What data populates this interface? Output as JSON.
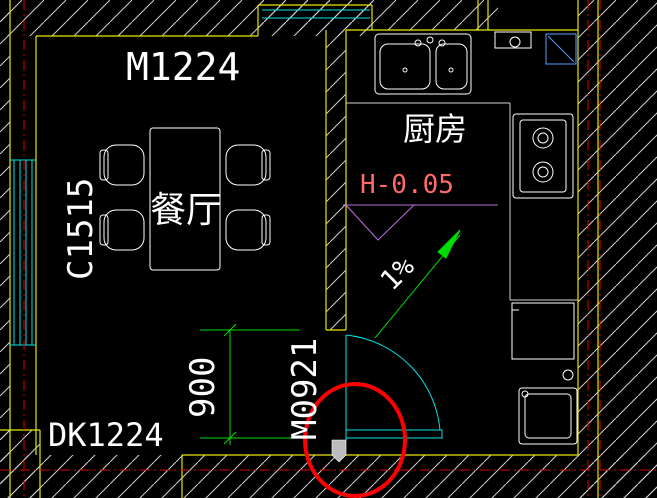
{
  "labels": {
    "top_door": "M1224",
    "dining_room": "餐厅",
    "kitchen": "厨房",
    "elevation": "H-0.05",
    "slope": "1%",
    "window": "C1515",
    "kitchen_door": "M0921",
    "dimension": "900",
    "bottom_door": "DK1224"
  },
  "colors": {
    "background": "#000000",
    "wall": "#e6e600",
    "hatch": "#d8d8d8",
    "axis": "#e00000",
    "door": "#00e5e5",
    "fixture": "#ffffff",
    "dimension": "#00dd00",
    "elevation": "#ff6a6a",
    "elevation_symbol": "#c070e0",
    "annotation_circle": "#ff0000"
  },
  "icons": {
    "sink": "double-sink-icon",
    "stove": "stove-icon",
    "table": "dining-table-icon",
    "chair": "chair-icon",
    "washbasin": "basin-icon"
  }
}
